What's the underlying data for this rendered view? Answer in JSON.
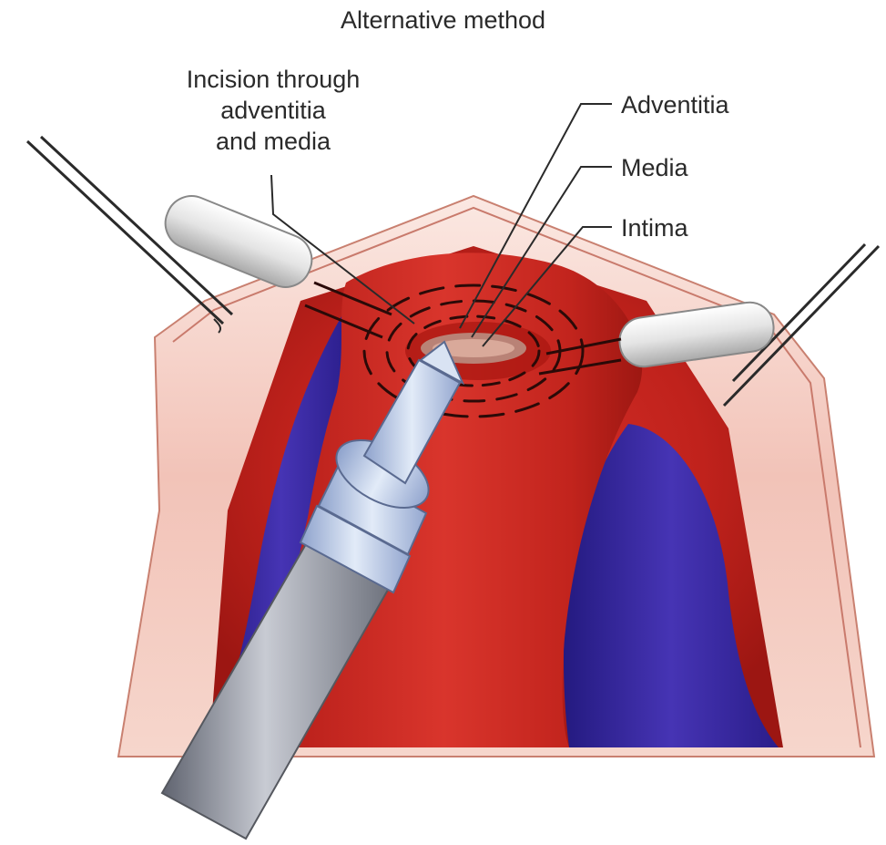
{
  "title": "Alternative method",
  "labels": {
    "incision": [
      "Incision through",
      "adventitia",
      "and media"
    ],
    "adventitia": "Adventitia",
    "media": "Media",
    "intima": "Intima"
  },
  "colors": {
    "artery_red": "#c8251f",
    "vein_blue": "#3a2a9c",
    "tissue_pink": "#f2c1b5",
    "instrument_steel": "#8c8f99",
    "probe_blue": "#b8c8e6"
  }
}
